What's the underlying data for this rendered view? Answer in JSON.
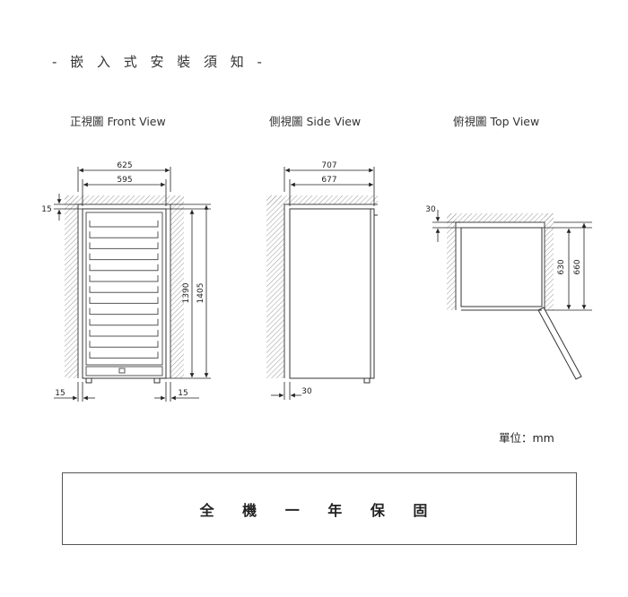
{
  "title": "- 嵌 入 式 安 裝 須 知 -",
  "views": {
    "front": "正視圖 Front View",
    "side": "側視圖 Side View",
    "top": "俯視圖 Top View"
  },
  "dimensions": {
    "front_outer_width": "625",
    "front_inner_width": "595",
    "front_top_gap": "15",
    "front_left_gap": "15",
    "front_right_gap": "15",
    "front_height_inner": "1390",
    "front_height_outer": "1405",
    "side_outer_depth": "707",
    "side_inner_depth": "677",
    "side_bottom_gap": "30",
    "top_gap": "30",
    "top_depth_inner": "630",
    "top_depth_outer": "660"
  },
  "unit": "單位：mm",
  "warranty": "全 機 一 年 保 固",
  "colors": {
    "line": "#333333",
    "hatch": "#9a9a9a"
  }
}
